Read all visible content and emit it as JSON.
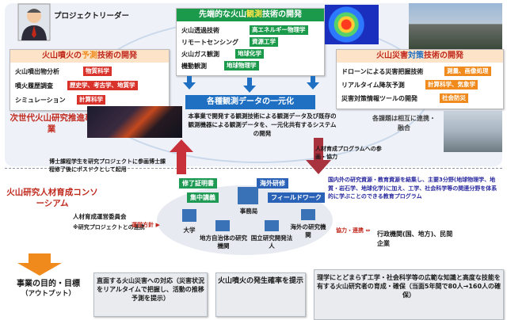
{
  "leader": {
    "label": "プロジェクトリーダー"
  },
  "prediction": {
    "title_pre": "火山噴火の",
    "title_hl": "予測",
    "title_post": "技術の開発",
    "rows": [
      {
        "label": "火山噴出物分析",
        "tag": "物質科学"
      },
      {
        "label": "噴火履歴調査",
        "tag": "歴史学、考古学、地質学"
      },
      {
        "label": "シミュレーション",
        "tag": "計算科学"
      }
    ]
  },
  "observation": {
    "title_pre": "先端的な火山",
    "title_hl": "観測",
    "title_post": "技術の開発",
    "rows": [
      {
        "label": "火山透過技術",
        "tag": "高エネルギー物理学"
      },
      {
        "label": "リモートセンシング",
        "tag": "資源工学"
      },
      {
        "label": "火山ガス観測",
        "tag": "地球化学"
      },
      {
        "label": "機動観測",
        "tag": "地球物理学"
      }
    ]
  },
  "countermeasure": {
    "title_pre": "火山災害",
    "title_hl": "対策",
    "title_post": "技術の開発",
    "rows": [
      {
        "label": "ドローンによる災害把握技術",
        "tag": "測量、画像処理"
      },
      {
        "label": "リアルタイム降灰予測",
        "tag": "計算科学、気象学"
      },
      {
        "label": "災害対策情報ツールの開発",
        "tag": "社会防災"
      }
    ]
  },
  "unified": {
    "title": "各種観測データの一元化",
    "desc": "本事業で開発する観測技術による観測データ及び既存の観測機器による観測データを、一元化共有するシステムの開発"
  },
  "note": "各課題は相互に連携・融合",
  "next_gen": "次世代火山研究推進事業",
  "phd_text": "博士課程学生を研究プロジェクトに参画博士課程修了後にポスドクとして起用",
  "hr_program": "人材育成プログラムへの参画・協力",
  "consortium": {
    "title": "火山研究人材育成コンソーシアム",
    "btn_certificate": "修了証明書",
    "btn_overseas": "海外研修",
    "btn_intensive": "集中講義",
    "btn_fieldwork": "フィールドワーク",
    "secretariat": "事務局",
    "universities": "大学",
    "local_gov": "地方自治体の研究機関",
    "natl_inst": "国立研究開発法人",
    "overseas_inst": "海外の研究機関",
    "committee": "人材育成運営委員会",
    "committee_note": "※研究プロジェクトとの連携",
    "operation_arrow": "運営方針",
    "desc": "国内外の研究資源・教育資源を結集し、主要3分野(地球物理学、地質・岩石学、地球化学)に加え、工学、社会科学等の関連分野を体系的に学ぶことのできる教育プログラム",
    "coop": "協力・連携",
    "admin": "行政機関(国、地方)、民間企業"
  },
  "goal": {
    "title": "事業の目的・目標",
    "sub": "（アウトプット）"
  },
  "outputs": [
    "直面する火山災害への対応（災害状況をリアルタイムで把握し、活動の推移予測を提示）",
    "火山噴火の発生確率を提示",
    "理学にとどまらず工学・社会科学等の広範な知識と高度な技能を有する火山研究者の育成・確保（当面5年間で80人→160人の確保）"
  ],
  "colors": {
    "red": "#c0281c",
    "green": "#1a9a4a",
    "blue": "#1f6fc2",
    "orange": "#f08a1c"
  },
  "icons": [
    "person-icon",
    "arrow-down-icon",
    "arrow-up-icon",
    "building-icon"
  ]
}
